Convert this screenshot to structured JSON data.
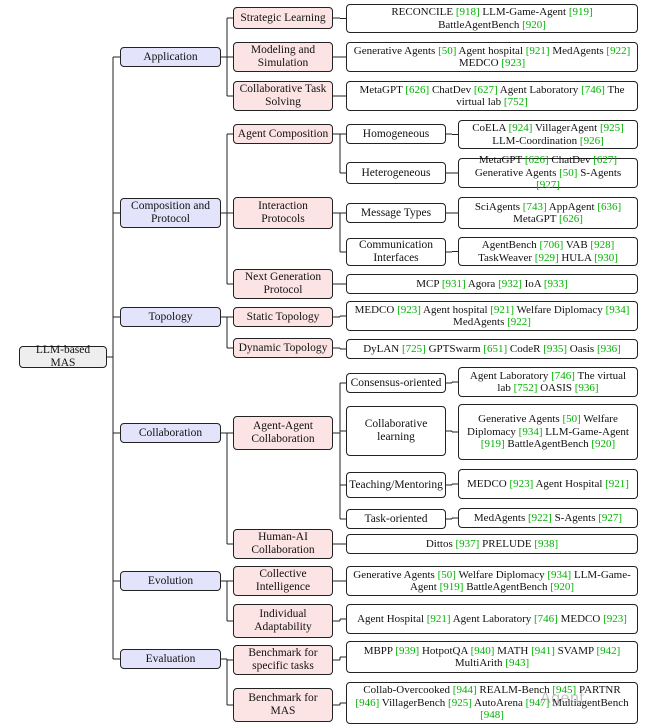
{
  "root": "LLM-based MAS",
  "categories": [
    {
      "label": "Application"
    },
    {
      "label": "Composition and Protocol"
    },
    {
      "label": "Topology"
    },
    {
      "label": "Collaboration"
    },
    {
      "label": "Evolution"
    },
    {
      "label": "Evaluation"
    }
  ],
  "subcategories": [
    {
      "label": "Strategic Learning"
    },
    {
      "label": "Modeling and Simulation"
    },
    {
      "label": "Collaborative Task Solving"
    },
    {
      "label": "Agent Composition"
    },
    {
      "label": "Interaction Protocols"
    },
    {
      "label": "Next Generation Protocol"
    },
    {
      "label": "Static Topology"
    },
    {
      "label": "Dynamic Topology"
    },
    {
      "label": "Agent-Agent Collaboration"
    },
    {
      "label": "Human-AI Collaboration"
    },
    {
      "label": "Collective Intelligence"
    },
    {
      "label": "Individual Adaptability"
    },
    {
      "label": "Benchmark for specific tasks"
    },
    {
      "label": "Benchmark for MAS"
    }
  ],
  "subsubcategories": [
    {
      "label": "Homogeneous"
    },
    {
      "label": "Heterogeneous"
    },
    {
      "label": "Message Types"
    },
    {
      "label": "Communication Interfaces"
    },
    {
      "label": "Consensus-oriented"
    },
    {
      "label": "Collaborative learning"
    },
    {
      "label": "Teaching/Mentoring"
    },
    {
      "label": "Task-oriented"
    }
  ],
  "leaves": [
    {
      "parts": [
        [
          "RECONCILE ",
          ""
        ],
        [
          "918",
          "r"
        ],
        [
          " LLM-Game-Agent ",
          ""
        ],
        [
          "919",
          "r"
        ],
        [
          " BattleAgentBench ",
          ""
        ],
        [
          "920",
          "r"
        ]
      ]
    },
    {
      "parts": [
        [
          "Generative Agents ",
          ""
        ],
        [
          "50",
          "r"
        ],
        [
          " Agent hospital ",
          ""
        ],
        [
          "921",
          "r"
        ],
        [
          " MedAgents ",
          ""
        ],
        [
          "922",
          "r"
        ],
        [
          " MEDCO ",
          ""
        ],
        [
          "923",
          "r"
        ]
      ]
    },
    {
      "parts": [
        [
          "MetaGPT ",
          ""
        ],
        [
          "626",
          "r"
        ],
        [
          " ChatDev ",
          ""
        ],
        [
          "627",
          "r"
        ],
        [
          " Agent Laboratory ",
          ""
        ],
        [
          "746",
          "r"
        ],
        [
          " The virtual lab ",
          ""
        ],
        [
          "752",
          "r"
        ]
      ]
    },
    {
      "parts": [
        [
          "CoELA ",
          ""
        ],
        [
          "924",
          "r"
        ],
        [
          " VillagerAgent ",
          ""
        ],
        [
          "925",
          "r"
        ],
        [
          " LLM-Coordination ",
          ""
        ],
        [
          "926",
          "r"
        ]
      ]
    },
    {
      "parts": [
        [
          "MetaGPT ",
          ""
        ],
        [
          "626",
          "r"
        ],
        [
          " ChatDev ",
          ""
        ],
        [
          "627",
          "r"
        ],
        [
          " Generative Agents ",
          ""
        ],
        [
          "50",
          "r"
        ],
        [
          " S-Agents ",
          ""
        ],
        [
          "927",
          "r"
        ]
      ]
    },
    {
      "parts": [
        [
          "SciAgents ",
          ""
        ],
        [
          "743",
          "r"
        ],
        [
          " AppAgent ",
          ""
        ],
        [
          "636",
          "r"
        ],
        [
          " MetaGPT ",
          ""
        ],
        [
          "626",
          "r"
        ]
      ]
    },
    {
      "parts": [
        [
          "AgentBench ",
          ""
        ],
        [
          "706",
          "r"
        ],
        [
          " VAB ",
          ""
        ],
        [
          "928",
          "r"
        ],
        [
          " TaskWeaver ",
          ""
        ],
        [
          "929",
          "r"
        ],
        [
          " HULA ",
          ""
        ],
        [
          "930",
          "r"
        ]
      ]
    },
    {
      "parts": [
        [
          "MCP ",
          ""
        ],
        [
          "931",
          "r"
        ],
        [
          " Agora ",
          ""
        ],
        [
          "932",
          "r"
        ],
        [
          " IoA ",
          ""
        ],
        [
          "933",
          "r"
        ]
      ]
    },
    {
      "parts": [
        [
          "MEDCO ",
          ""
        ],
        [
          "923",
          "r"
        ],
        [
          " Agent hospital ",
          ""
        ],
        [
          "921",
          "r"
        ],
        [
          " Welfare Diplomacy ",
          ""
        ],
        [
          "934",
          "r"
        ],
        [
          " MedAgents ",
          ""
        ],
        [
          "922",
          "r"
        ]
      ]
    },
    {
      "parts": [
        [
          "DyLAN ",
          ""
        ],
        [
          "725",
          "r"
        ],
        [
          " GPTSwarm ",
          ""
        ],
        [
          "651",
          "r"
        ],
        [
          " CodeR ",
          ""
        ],
        [
          "935",
          "r"
        ],
        [
          " Oasis ",
          ""
        ],
        [
          "936",
          "r"
        ]
      ]
    },
    {
      "parts": [
        [
          "Agent Laboratory ",
          ""
        ],
        [
          "746",
          "r"
        ],
        [
          " The virtual lab ",
          ""
        ],
        [
          "752",
          "r"
        ],
        [
          " OASIS ",
          ""
        ],
        [
          "936",
          "r"
        ]
      ]
    },
    {
      "parts": [
        [
          "Generative Agents ",
          ""
        ],
        [
          "50",
          "r"
        ],
        [
          " Welfare Diplomacy ",
          ""
        ],
        [
          "934",
          "r"
        ],
        [
          " LLM-Game-Agent ",
          ""
        ],
        [
          "919",
          "r"
        ],
        [
          " BattleAgentBench ",
          ""
        ],
        [
          "920",
          "r"
        ]
      ]
    },
    {
      "parts": [
        [
          "MEDCO ",
          ""
        ],
        [
          "923",
          "r"
        ],
        [
          " Agent Hospital ",
          ""
        ],
        [
          "921",
          "r"
        ]
      ]
    },
    {
      "parts": [
        [
          "MedAgents ",
          ""
        ],
        [
          "922",
          "r"
        ],
        [
          " S-Agents ",
          ""
        ],
        [
          "927",
          "r"
        ]
      ]
    },
    {
      "parts": [
        [
          "Dittos ",
          ""
        ],
        [
          "937",
          "r"
        ],
        [
          " PRELUDE ",
          ""
        ],
        [
          "938",
          "r"
        ]
      ]
    },
    {
      "parts": [
        [
          "Generative Agents ",
          ""
        ],
        [
          "50",
          "r"
        ],
        [
          " Welfare Diplomacy ",
          ""
        ],
        [
          "934",
          "r"
        ],
        [
          " LLM-Game-Agent ",
          ""
        ],
        [
          "919",
          "r"
        ],
        [
          " BattleAgentBench ",
          ""
        ],
        [
          "920",
          "r"
        ]
      ]
    },
    {
      "parts": [
        [
          "Agent Hospital ",
          ""
        ],
        [
          "921",
          "r"
        ],
        [
          " Agent Laboratory ",
          ""
        ],
        [
          "746",
          "r"
        ],
        [
          " MEDCO ",
          ""
        ],
        [
          "923",
          "r"
        ]
      ]
    },
    {
      "parts": [
        [
          "MBPP ",
          ""
        ],
        [
          "939",
          "r"
        ],
        [
          " HotpotQA ",
          ""
        ],
        [
          "940",
          "r"
        ],
        [
          " MATH ",
          ""
        ],
        [
          "941",
          "r"
        ],
        [
          " SVAMP ",
          ""
        ],
        [
          "942",
          "r"
        ],
        [
          " MultiArith ",
          ""
        ],
        [
          "943",
          "r"
        ]
      ]
    },
    {
      "parts": [
        [
          "Collab-Overcooked ",
          ""
        ],
        [
          "944",
          "r"
        ],
        [
          " REALM-Bench ",
          ""
        ],
        [
          "945",
          "r"
        ],
        [
          " PARTNR ",
          ""
        ],
        [
          "946",
          "r"
        ],
        [
          " VillagerBench ",
          ""
        ],
        [
          "925",
          "r"
        ],
        [
          " AutoArena ",
          ""
        ],
        [
          "947",
          "r"
        ],
        [
          " MultiagentBench ",
          ""
        ],
        [
          "948",
          "r"
        ]
      ]
    }
  ],
  "watermark": "Agent",
  "colors": {
    "category_fill": "#e3e3fb",
    "subcategory_fill": "#fde4e4",
    "reference": "#00b300",
    "border": "#222222"
  }
}
